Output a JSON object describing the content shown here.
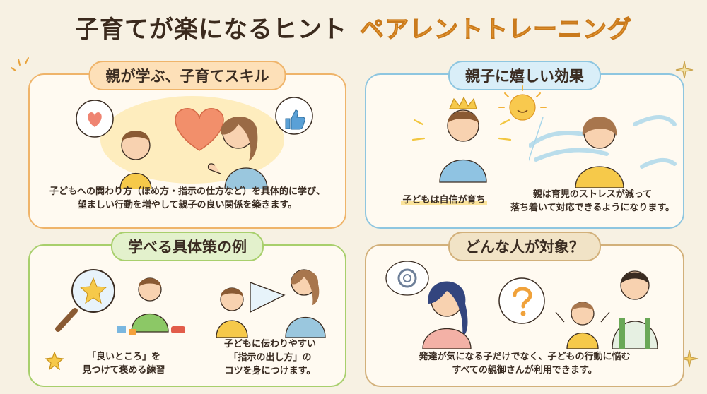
{
  "header": {
    "title_main": "子育てが楽になるヒント",
    "title_accent": "ペアレントトレーニング"
  },
  "panels": [
    {
      "title": "親が学ぶ、子育てスキル",
      "lines": [
        "子どもへの関わり方（ほめ方・指示の仕方など）を具体的に学び、",
        "望ましい行動を増やして親子の良い関係を築きます。"
      ]
    },
    {
      "title": "親子に嬉しい効果",
      "child_caption": "子どもは自信が育ち",
      "parent_lines": [
        "親は育児のストレスが減って",
        "落ち着いて対応できるようになります。"
      ]
    },
    {
      "title": "学べる具体策の例",
      "left_lines": [
        "「良いところ」を",
        "見つけて褒める練習"
      ],
      "right_lines": [
        "子どもに伝わりやすい",
        "「指示の出し方」の",
        "コツを身につけます。"
      ]
    },
    {
      "title": "どんな人が対象？",
      "lines": [
        "発達が気になる子だけでなく、子どもの行動に悩む",
        "すべての親御さんが利用できます。"
      ]
    }
  ],
  "colors": {
    "background": "#f7f1e3",
    "accent_orange": "#f0a23b",
    "panel1_border": "#efb46a",
    "panel2_border": "#8ec6e0",
    "panel3_border": "#a8cf6c",
    "panel4_border": "#d2b07a"
  },
  "icons": [
    "heart-icon",
    "thumbs-up-icon",
    "crown-icon",
    "sun-icon",
    "magnifier-star-icon",
    "megaphone-icon",
    "question-bubble-icon",
    "thought-bubble-icon",
    "star-icon",
    "sparkle-icon"
  ]
}
